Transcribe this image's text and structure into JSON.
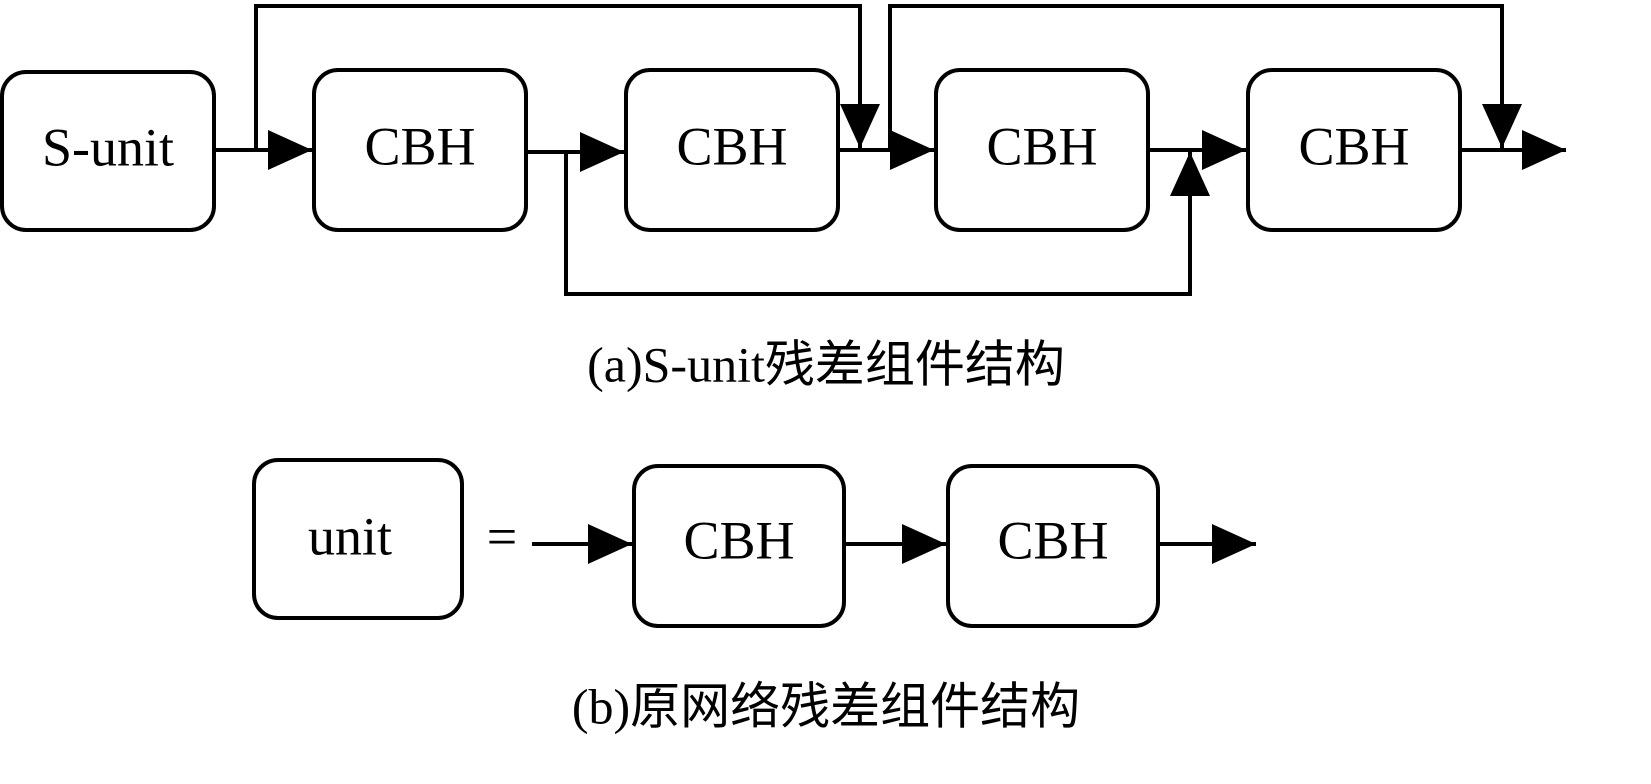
{
  "diagram_a": {
    "nodes": {
      "s_unit": "S-unit",
      "cbh_1": "CBH",
      "cbh_2": "CBH",
      "cbh_3": "CBH",
      "cbh_4": "CBH"
    },
    "caption": "(a)S-unit残差组件结构"
  },
  "diagram_b": {
    "nodes": {
      "unit": "unit",
      "cbh_1": "CBH",
      "cbh_2": "CBH"
    },
    "equals_sign": "=",
    "caption": "(b)原网络残差组件结构"
  }
}
